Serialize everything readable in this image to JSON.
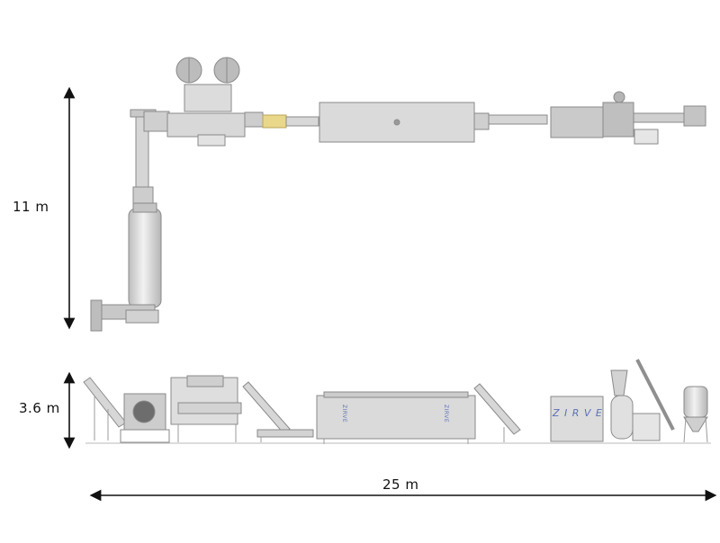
{
  "dimensions": {
    "height_top": "11 m",
    "height_side": "3.6 m",
    "length": "25 m"
  },
  "brand": {
    "front_panel": "Z I R V E",
    "conveyor_tag": "ZIRVE"
  },
  "colors": {
    "machine_fill": "#dcdcdc",
    "machine_stroke": "#8a8a8a",
    "frame": "#9b9b9b",
    "accent_blue": "#5b6fb8",
    "tray_yellow": "#e9d88a",
    "arrow": "#111111"
  }
}
